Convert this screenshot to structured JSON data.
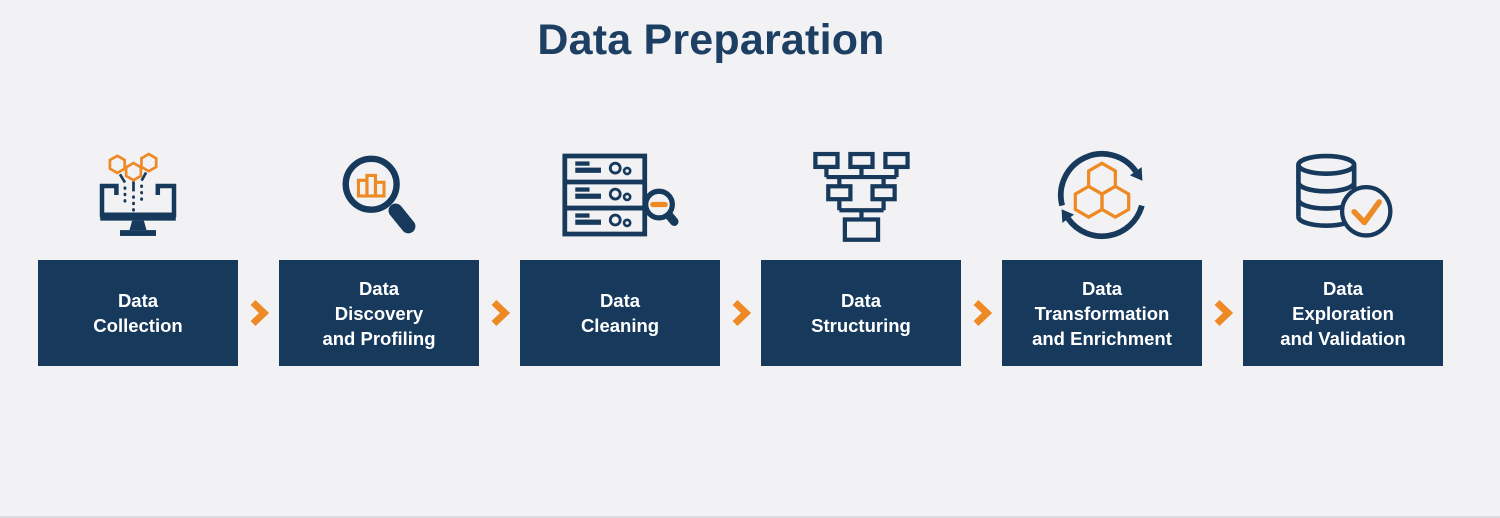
{
  "title": "Data Preparation",
  "colors": {
    "bg": "#F2F2F4",
    "navy": "#17395C",
    "titleNavy": "#1C3F63",
    "orange": "#EE8A25",
    "boxText": "#FFFFFF"
  },
  "steps": [
    {
      "label": "Data Collection",
      "lines": [
        "Data",
        "Collection"
      ],
      "icon": "monitor-data-ingest-icon"
    },
    {
      "label": "Data Discovery and Profiling",
      "lines": [
        "Data",
        "Discovery",
        "and Profiling"
      ],
      "icon": "magnifier-bar-chart-icon"
    },
    {
      "label": "Data Cleaning",
      "lines": [
        "Data",
        "Cleaning"
      ],
      "icon": "server-rack-magnifier-minus-icon"
    },
    {
      "label": "Data Structuring",
      "lines": [
        "Data",
        "Structuring"
      ],
      "icon": "tree-hierarchy-icon"
    },
    {
      "label": "Data Transformation and Enrichment",
      "lines": [
        "Data",
        "Transformation",
        "and Enrichment"
      ],
      "icon": "cycle-arrows-hexagons-icon"
    },
    {
      "label": "Data Exploration and Validation",
      "lines": [
        "Data",
        "Exploration",
        "and Validation"
      ],
      "icon": "database-checkmark-icon"
    }
  ],
  "separator_icon": "chevron-right-icon"
}
